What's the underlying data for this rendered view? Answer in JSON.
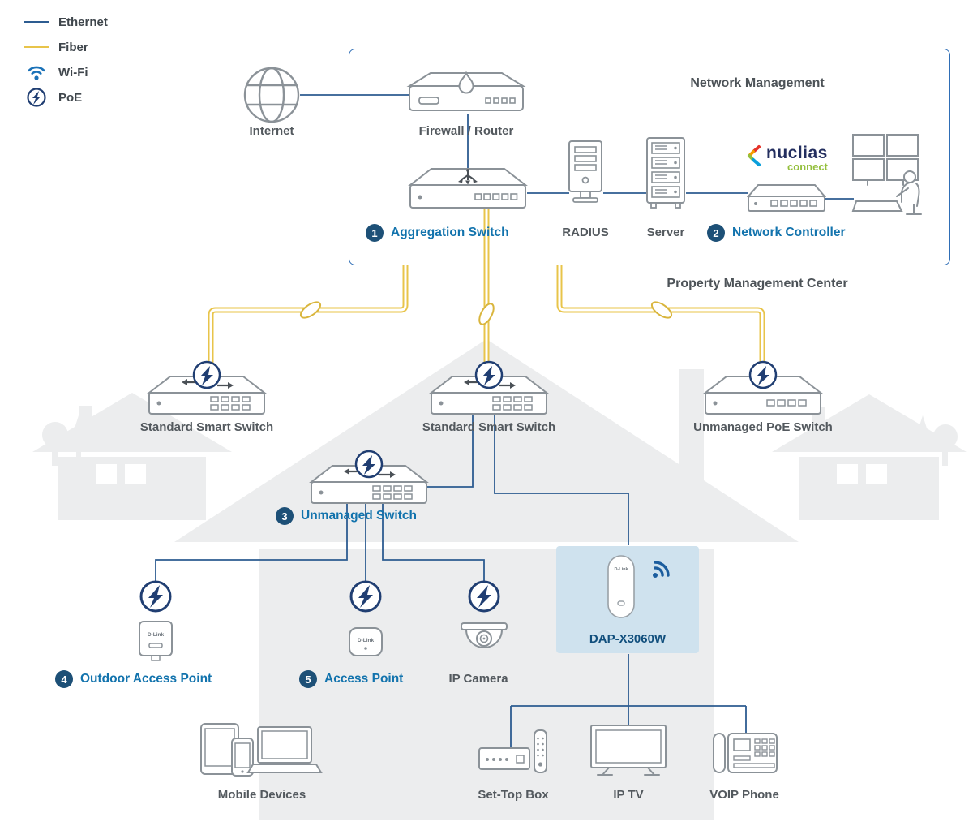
{
  "legend": {
    "items": [
      {
        "label": "Ethernet",
        "type": "line",
        "color": "#2d5c91"
      },
      {
        "label": "Fiber",
        "type": "line",
        "color": "#e8c44a"
      },
      {
        "label": "Wi-Fi",
        "type": "wifi-icon",
        "color": "#1b72b8"
      },
      {
        "label": "PoE",
        "type": "poe-icon",
        "color": "#203e72"
      }
    ]
  },
  "nodes": {
    "internet": {
      "label": "Internet"
    },
    "firewall": {
      "label": "Firewall / Router"
    },
    "network_management": {
      "title": "Network Management"
    },
    "aggregation_switch": {
      "badge": "1",
      "label": "Aggregation Switch"
    },
    "radius": {
      "label": "RADIUS"
    },
    "server": {
      "label": "Server"
    },
    "nuclias": {
      "brand": "nuclias",
      "product": "connect"
    },
    "network_controller": {
      "badge": "2",
      "label": "Network Controller"
    },
    "property_management_center": {
      "label": "Property Management Center"
    },
    "smart_switch_left": {
      "label": "Standard Smart Switch"
    },
    "smart_switch_center": {
      "label": "Standard Smart Switch"
    },
    "unmanaged_poe_switch": {
      "label": "Unmanaged PoE Switch"
    },
    "unmanaged_switch": {
      "badge": "3",
      "label": "Unmanaged Switch"
    },
    "outdoor_access_point": {
      "badge": "4",
      "label": "Outdoor Access Point",
      "device_text": "D-Link"
    },
    "access_point": {
      "badge": "5",
      "label": "Access Point",
      "device_text": "D-Link"
    },
    "ip_camera": {
      "label": "IP Camera"
    },
    "dap": {
      "label": "DAP-X3060W",
      "device_text": "D-Link"
    },
    "mobile_devices": {
      "label": "Mobile Devices"
    },
    "set_top_box": {
      "label": "Set-Top Box"
    },
    "ip_tv": {
      "label": "IP TV"
    },
    "voip_phone": {
      "label": "VOIP Phone"
    }
  },
  "colors": {
    "ethernet_line": "#2d5c91",
    "fiber_line": "#e8c44a",
    "accent_blue_label": "#1273ad",
    "badge_navy": "#1d5077",
    "poe_navy": "#203e72",
    "gray_label": "#53595e",
    "management_box_border": "#2f6eb6",
    "dap_highlight": "#cfe2ee",
    "house_gray": "#ecedee"
  }
}
